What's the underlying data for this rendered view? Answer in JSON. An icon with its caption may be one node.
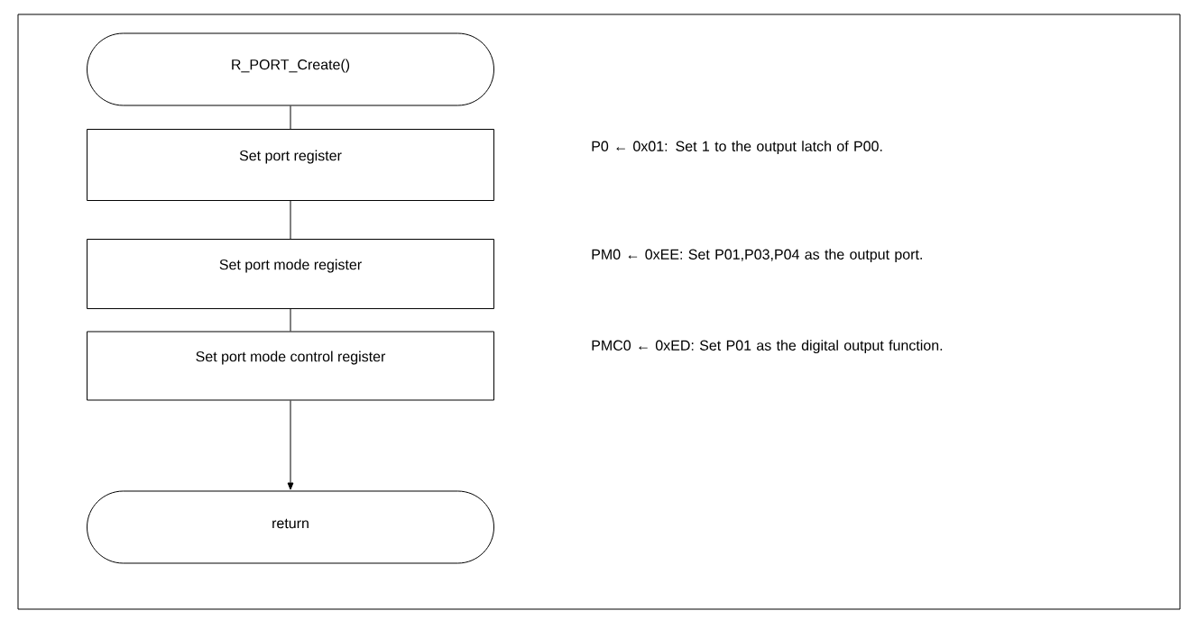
{
  "diagram": {
    "nodes": [
      {
        "text": [
          "R_PORT_Create()"
        ]
      },
      {
        "text": [
          "Set port register"
        ]
      },
      {
        "text": [
          "Set port mode register"
        ]
      },
      {
        "text": [
          "Set port mode control register"
        ]
      },
      {
        "text": [
          "return"
        ]
      }
    ],
    "edges": [
      {
        "from": 0,
        "to": 1,
        "arrow": "none"
      },
      {
        "from": 1,
        "to": 2,
        "arrow": "none"
      },
      {
        "from": 2,
        "to": 3,
        "arrow": "none"
      },
      {
        "from": 3,
        "to": 4,
        "arrow": "to"
      }
    ],
    "labels": [
      "P0 ← 0x01: Set 1 to the output latch of P00.",
      "PM0 ← 0xEE: Set P01,P03,P04 as the output port.",
      "PMC0 ← 0xED: Set P01 as the digital output function."
    ]
  }
}
